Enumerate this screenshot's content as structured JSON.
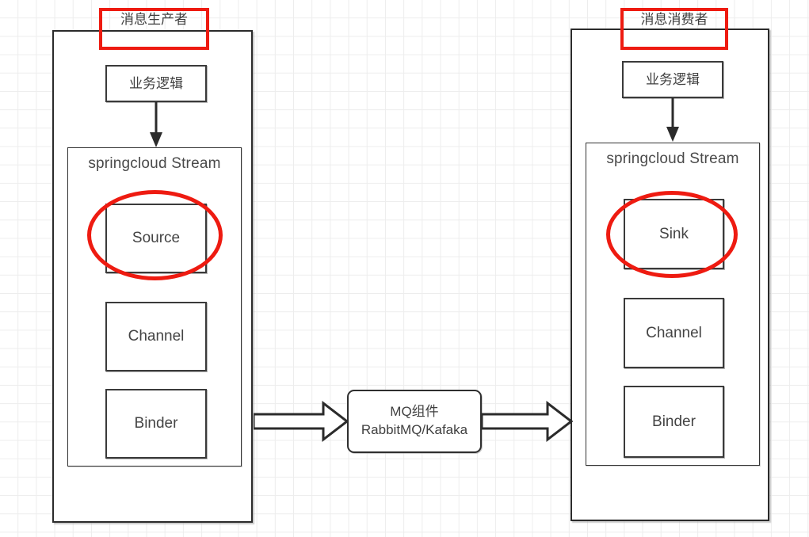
{
  "diagram": {
    "title": "SpringCloud Stream message producer / consumer architecture",
    "colors": {
      "annotation_red": "#ee1b11",
      "box_border": "#2b2b2b",
      "text": "#3f3f3f",
      "grid": "#ededed",
      "background": "#ffffff"
    },
    "producer": {
      "title": "消息生产者",
      "business_logic": "业务逻辑",
      "stream_label": "springcloud Stream",
      "components": [
        {
          "label": "Source",
          "highlighted": true
        },
        {
          "label": "Channel",
          "highlighted": false
        },
        {
          "label": "Binder",
          "highlighted": false
        }
      ]
    },
    "broker": {
      "line1": "MQ组件",
      "line2": "RabbitMQ/Kafaka"
    },
    "consumer": {
      "title": "消息消费者",
      "business_logic": "业务逻辑",
      "stream_label": "springcloud Stream",
      "components": [
        {
          "label": "Sink",
          "highlighted": true
        },
        {
          "label": "Channel",
          "highlighted": false
        },
        {
          "label": "Binder",
          "highlighted": false
        }
      ]
    },
    "flow_arrows": [
      {
        "name": "producer-to-broker",
        "direction": "right"
      },
      {
        "name": "broker-to-consumer",
        "direction": "right"
      }
    ]
  }
}
